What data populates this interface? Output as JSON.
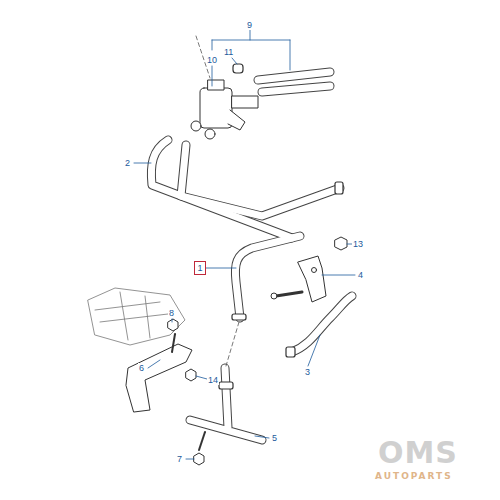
{
  "diagram": {
    "nodes": [
      {
        "text": [
          "1"
        ]
      }
    ],
    "labels": [
      "2",
      "3",
      "4",
      "5",
      "6",
      "7",
      "8",
      "9",
      "10",
      "11",
      "13",
      "14",
      "OMS",
      "AUTOPARTS"
    ]
  }
}
